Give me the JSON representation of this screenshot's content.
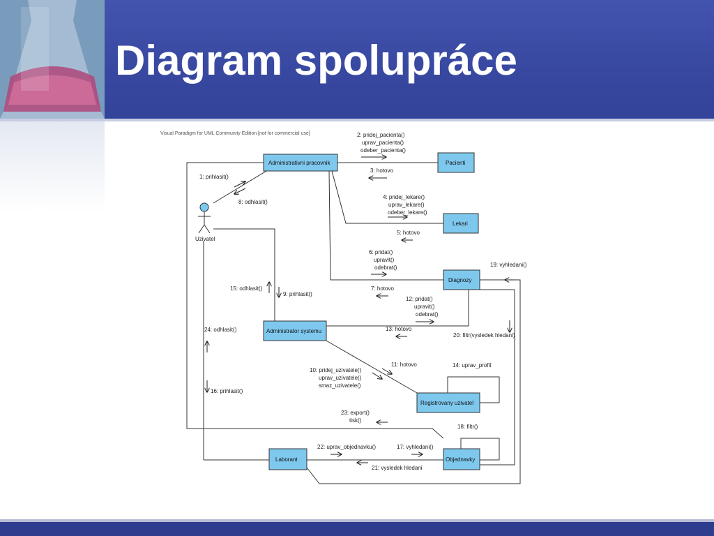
{
  "slide": {
    "title": "Diagram spolupráce",
    "watermark": "Visual Paradigm for UML Community Edition [not for commercial use]",
    "colors": {
      "header": "#3a4aa3",
      "box_fill": "#7ec8ee",
      "actor_fill": "#7ec8ee"
    }
  },
  "actor": {
    "label": "Uzivatel"
  },
  "objects": {
    "admin_pracovnik": "Administrativni pracovnik",
    "pacienti": "Pacienti",
    "lekari": "Lekari",
    "diagnozy": "Diagnozy",
    "admin_systemu": "Administrator systemu",
    "registrovany": "Registrovany uzivatel",
    "laborant": "Laborant",
    "objednavky": "Objednavky"
  },
  "messages": {
    "m1": "1: prihlasit()",
    "m8": "8: odhlasit()",
    "m2a": "2: pridej_pacienta()",
    "m2b": "uprav_pacienta()",
    "m2c": "odeber_pacienta()",
    "m3": "3: hotovo",
    "m4a": "4: pridej_lekare()",
    "m4b": "uprav_lekare()",
    "m4c": "odeber_lekare()",
    "m5": "5: hotovo",
    "m6a": "6: pridat()",
    "m6b": "upravit()",
    "m6c": "odebrat()",
    "m7": "7: hotovo",
    "m19": "19: vyhledani()",
    "m15": "15: odhlasit()",
    "m9": "9: prihlasit()",
    "m12a": "12: pridat()",
    "m12b": "upravit()",
    "m12c": "odebrat()",
    "m13": "13: hotovo",
    "m20": "20: filtr(vysledek hledani)",
    "m24": "24: odhlasit()",
    "m11": "11: hotovo",
    "m14": "14: uprav_profil",
    "m10a": "10: pridej_uzivatele()",
    "m10b": "uprav_uzivatele()",
    "m10c": "smaz_uzivatele()",
    "m16": "16: prihlasit()",
    "m23a": "23: export()",
    "m23b": "tisk()",
    "m18": "18: filtr()",
    "m22": "22: uprav_objednavku()",
    "m17": "17: vyhledani()",
    "m21": "21: vysledek hledani"
  }
}
